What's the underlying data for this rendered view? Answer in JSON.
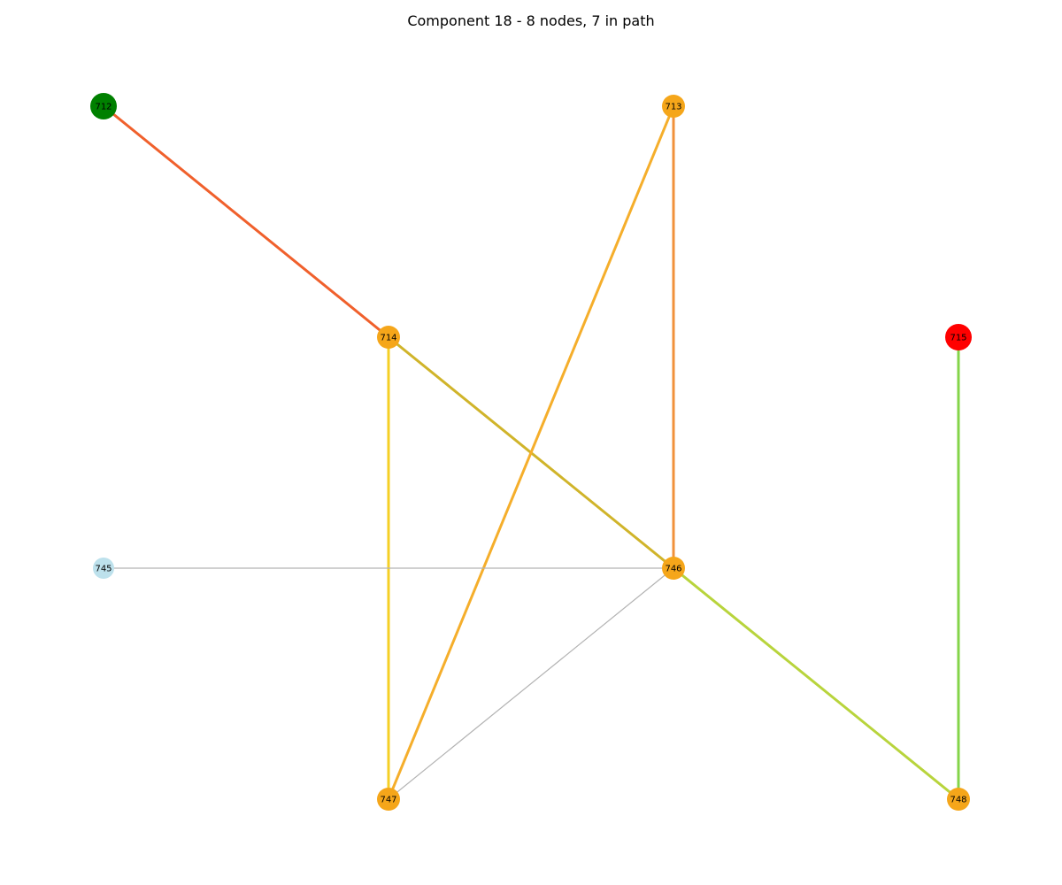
{
  "title": "Component 18 - 8 nodes, 7 in path",
  "nodes": [
    {
      "id": "712",
      "label": "712",
      "color": "#008000",
      "role": "start"
    },
    {
      "id": "713",
      "label": "713",
      "color": "#f5a61a",
      "role": "path"
    },
    {
      "id": "714",
      "label": "714",
      "color": "#f5a61a",
      "role": "path"
    },
    {
      "id": "715",
      "label": "715",
      "color": "#ff0000",
      "role": "end"
    },
    {
      "id": "745",
      "label": "745",
      "color": "#bde1ec",
      "role": "other"
    },
    {
      "id": "746",
      "label": "746",
      "color": "#f5a61a",
      "role": "path"
    },
    {
      "id": "747",
      "label": "747",
      "color": "#f5a61a",
      "role": "path"
    },
    {
      "id": "748",
      "label": "748",
      "color": "#f5a61a",
      "role": "path"
    }
  ],
  "edges": [
    {
      "source": "712",
      "target": "714",
      "color": "#f0602c",
      "path": true
    },
    {
      "source": "714",
      "target": "746",
      "color": "#d0b42a",
      "path": true
    },
    {
      "source": "714",
      "target": "747",
      "color": "#f5cf25",
      "path": true
    },
    {
      "source": "713",
      "target": "746",
      "color": "#f1913b",
      "path": true
    },
    {
      "source": "713",
      "target": "747",
      "color": "#f5ae2b",
      "path": true
    },
    {
      "source": "715",
      "target": "748",
      "color": "#84d44a",
      "path": true
    },
    {
      "source": "746",
      "target": "748",
      "color": "#b8d43c",
      "path": true
    },
    {
      "source": "745",
      "target": "746",
      "color": "#b3b3b3",
      "path": false
    },
    {
      "source": "746",
      "target": "747",
      "color": "#b3b3b3",
      "path": false
    }
  ]
}
